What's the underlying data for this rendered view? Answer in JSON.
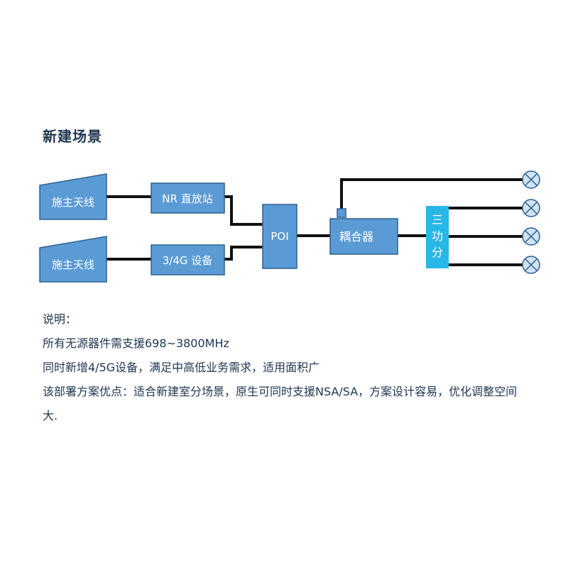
{
  "title": "新建场景",
  "diagram": {
    "antenna_top": "施主天线",
    "antenna_bottom": "施主天线",
    "nr_repeater": "NR 直放站",
    "device_34g": "3/4G 设备",
    "poi": "POI",
    "coupler": "耦合器",
    "splitter": "三功分",
    "colors": {
      "box_fill": "#5b9bd5",
      "box_stroke": "#2f5f8f",
      "splitter_fill": "#29b7e8",
      "line": "#111111"
    }
  },
  "notes": {
    "heading": "说明：",
    "line1": "所有无源器件需支援698~3800MHz",
    "line2": "同时新增4/5G设备，满足中高低业务需求，适用面积广",
    "line3": "该部署方案优点：适合新建室分场景，原生可同时支援NSA/SA，方案设计容易，优化调整空间大."
  }
}
